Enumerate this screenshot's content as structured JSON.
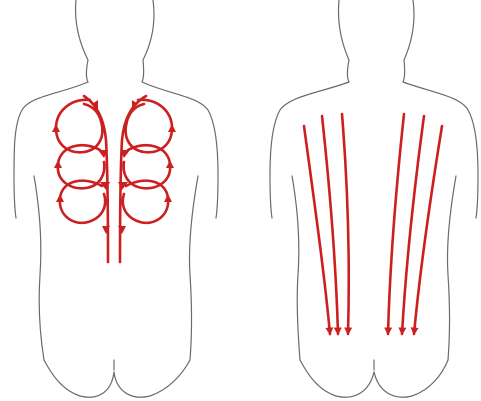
{
  "colors": {
    "outline": "#6b6b6b",
    "arrow": "#cc1f1f",
    "background": "#ffffff"
  },
  "figures": [
    {
      "name": "left-back-figure",
      "technique": "circular-strokes"
    },
    {
      "name": "right-back-figure",
      "technique": "long-downward-strokes"
    }
  ]
}
